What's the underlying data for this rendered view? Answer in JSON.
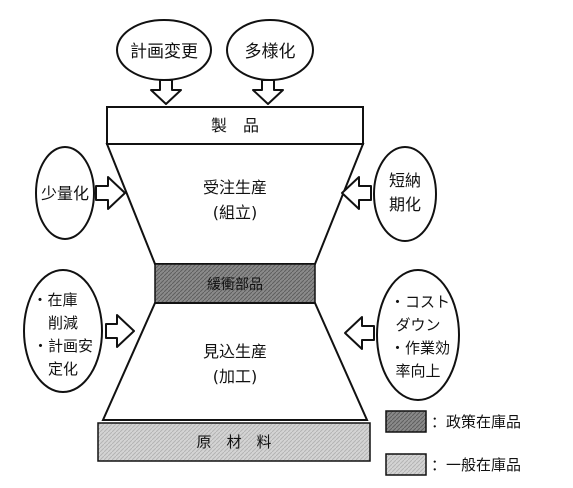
{
  "top_influences": [
    "計画変更",
    "多様化"
  ],
  "product_label": "製　品",
  "upper_section": {
    "line1": "受注生産",
    "line2": "(組立)"
  },
  "left_upper_oval": "少量化",
  "right_upper_oval": {
    "line1": "短納",
    "line2": "期化"
  },
  "buffer_label": "緩衝部品",
  "left_lower_oval": [
    "・在庫",
    "削減",
    "・計画安",
    "定化"
  ],
  "right_lower_oval": [
    "・コスト",
    "ダウン",
    "・作業効",
    "率向上"
  ],
  "lower_section": {
    "line1": "見込生産",
    "line2": "(加工)"
  },
  "raw_material_label": "原　材　料",
  "legend": [
    {
      "label": "：政策在庫品",
      "color": "#7f7f7f"
    },
    {
      "label": "：一般在庫品",
      "color": "#cfcfcf"
    }
  ],
  "colors": {
    "policy_inventory": "#7f7f7f",
    "general_inventory": "#cfcfcf",
    "outline": "#111111"
  }
}
